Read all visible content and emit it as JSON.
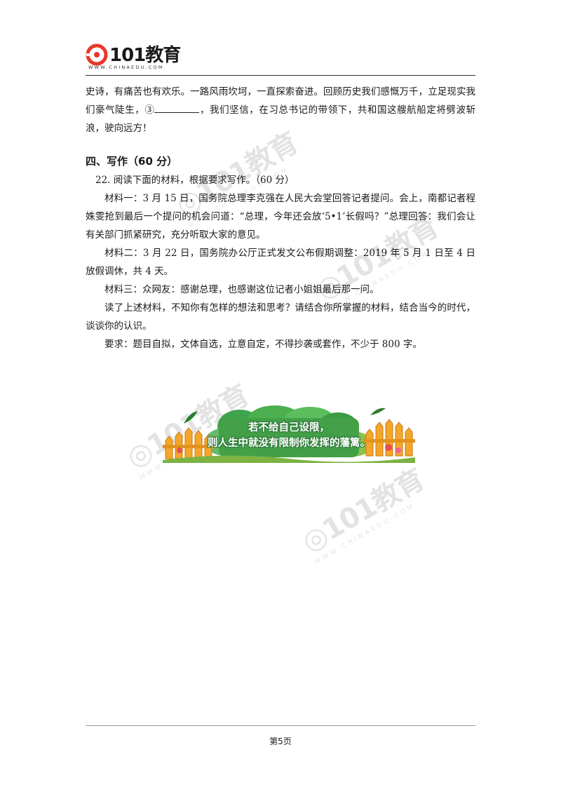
{
  "header": {
    "logo_text": "101教育",
    "logo_sub": "WWW.CHINAEDU.COM"
  },
  "content": {
    "continued": [
      "史诗，有痛苦也有欢乐。一路风雨坎坷，一直探索奋进。回顾历史我们感慨万千，立足现",
      "实我们豪气陡生，③",
      "，我们坚信，在习总书记的带领下，共和国这艘航船定将",
      "劈波斩浪，驶向远方！"
    ],
    "section_title": "四、写作（60 分）",
    "question": "22. 阅读下面的材料，根据要求写作。（60 分）",
    "material1": "材料一：3 月 15 日，国务院总理李克强在人民大会堂回答记者提问。会上，南都记者程姝雯抢到最后一个提问的机会问道：“总理，今年还会放‘5•1’长假吗？”总理回答：我们会让有关部门抓紧研究，充分听取大家的意见。",
    "material2": "材料二：3 月 22 日，国务院办公厅正式发文公布假期调整：2019 年 5 月 1 日至 4 日放假调休，共 4 天。",
    "material3": "材料三：众网友：感谢总理，也感谢这位记者小姐姐最后那一问。",
    "prompt": "读了上述材料，不知你有怎样的想法和思考？请结合你所掌握的材料，结合当今的时代，谈谈你的认识。",
    "requirement": "要求：题目自拟，文体自选，立意自定，不得抄袭或套作，不少于 800 字。"
  },
  "banner": {
    "line1": "若不给自己设限，",
    "line2": "则人生中就没有限制你发挥的藩篱。"
  },
  "footer": {
    "page": "第5页"
  },
  "colors": {
    "logo_red": "#e8382b",
    "banner_green": "#4caf50",
    "fence_orange": "#f4a62a"
  }
}
